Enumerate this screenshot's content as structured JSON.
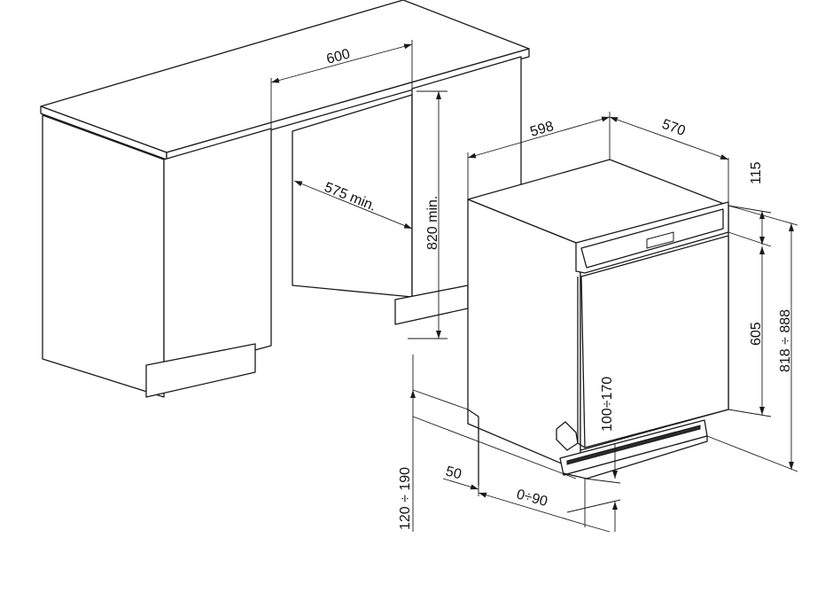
{
  "dimensions": {
    "counter_width": "600",
    "niche_depth": "575 min.",
    "niche_height": "820 min.",
    "appliance_width": "598",
    "appliance_depth": "570",
    "panel_height": "115",
    "door_height": "605",
    "total_height": "818 ÷ 888",
    "plinth_offset": "100÷170",
    "plinth_height": "120 ÷ 190",
    "toe_gap": "50",
    "plinth_depth": "0÷90"
  }
}
